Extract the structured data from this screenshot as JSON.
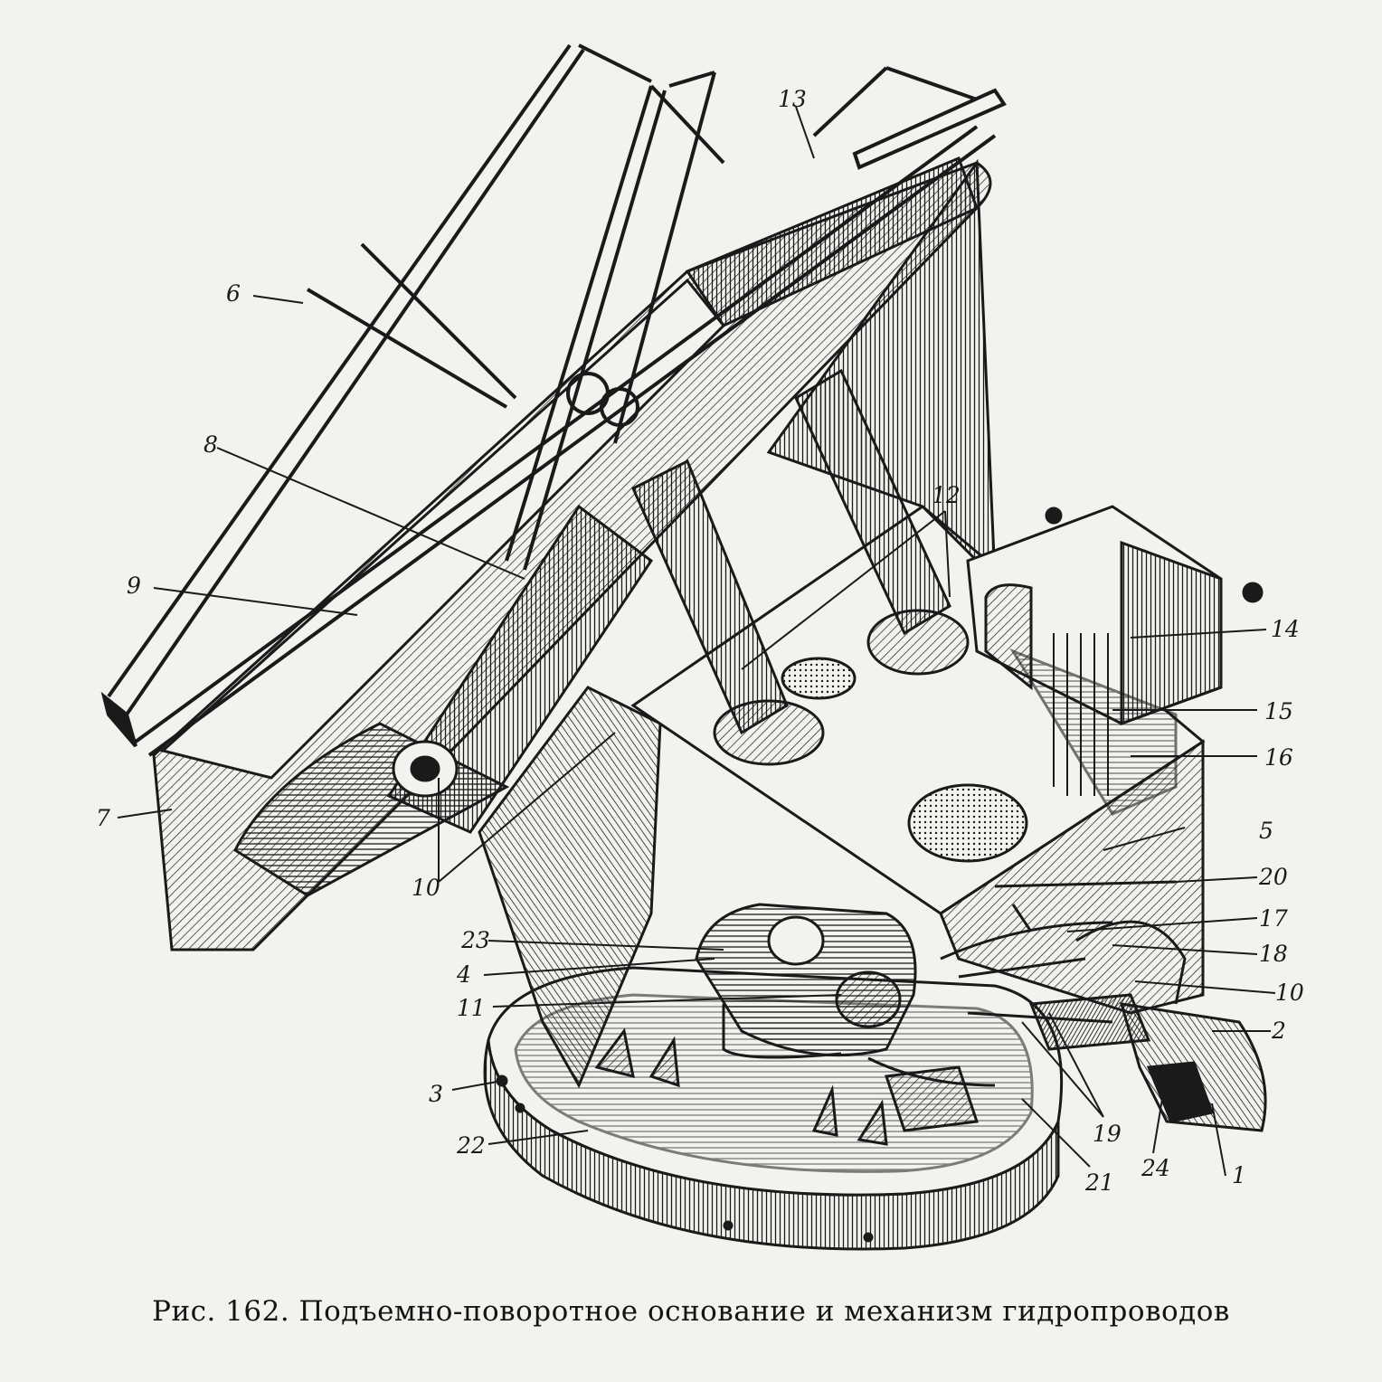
{
  "figure": {
    "caption": "Рис. 162. Подъемно-поворотное основание и механизм гидропроводов",
    "callouts": {
      "c1": "1",
      "c2": "2",
      "c3": "3",
      "c4": "4",
      "c5": "5",
      "c6": "6",
      "c7": "7",
      "c8": "8",
      "c9": "9",
      "c10a": "10",
      "c10b": "10",
      "c11": "11",
      "c12": "12",
      "c13": "13",
      "c14": "14",
      "c15": "15",
      "c16": "16",
      "c17": "17",
      "c18": "18",
      "c19": "19",
      "c20": "20",
      "c21": "21",
      "c22": "22",
      "c23": "23",
      "c24": "24"
    }
  },
  "colors": {
    "ink": "#1a1a1a",
    "paper": "#f4f2ee"
  }
}
